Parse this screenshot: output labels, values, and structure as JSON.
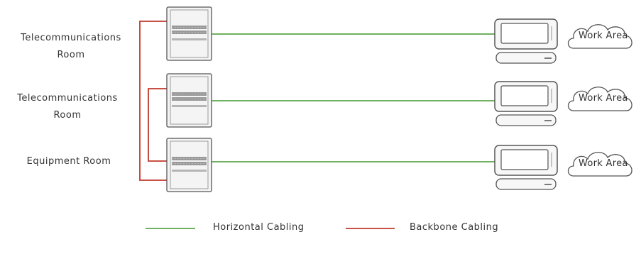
{
  "rooms": [
    {
      "line1": "Telecommunications",
      "line2": "Room"
    },
    {
      "line1": "Telecommunications",
      "line2": "Room"
    },
    {
      "line1": "Equipment Room",
      "line2": ""
    }
  ],
  "work_area_label": "Work Area",
  "legend": {
    "horizontal": "Horizontal Cabling",
    "backbone": "Backbone Cabling"
  },
  "colors": {
    "horizontal": "#5aa64a",
    "backbone": "#c0392b"
  }
}
